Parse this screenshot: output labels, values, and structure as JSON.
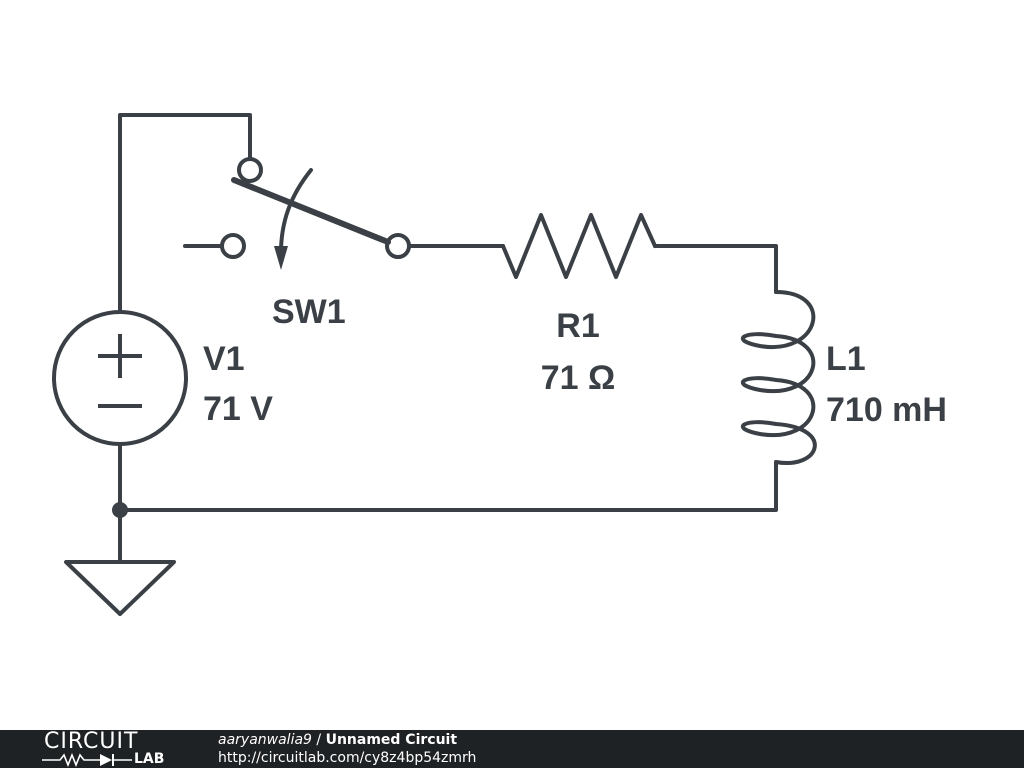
{
  "components": {
    "switch": {
      "name": "SW1"
    },
    "resistor": {
      "name": "R1",
      "value": "71 Ω"
    },
    "source": {
      "name": "V1",
      "value": "71 V"
    },
    "inductor": {
      "name": "L1",
      "value": "710 mH"
    }
  },
  "footer": {
    "logo_top": "CIRCUIT",
    "logo_bottom": "LAB",
    "author": "aaryanwalia9",
    "separator": " / ",
    "title": "Unnamed Circuit",
    "url": "http://circuitlab.com/cy8z4bp54zmrh"
  },
  "colors": {
    "ink": "#3a4045",
    "footer_bg": "#1f2224",
    "background": "#ffffff"
  }
}
